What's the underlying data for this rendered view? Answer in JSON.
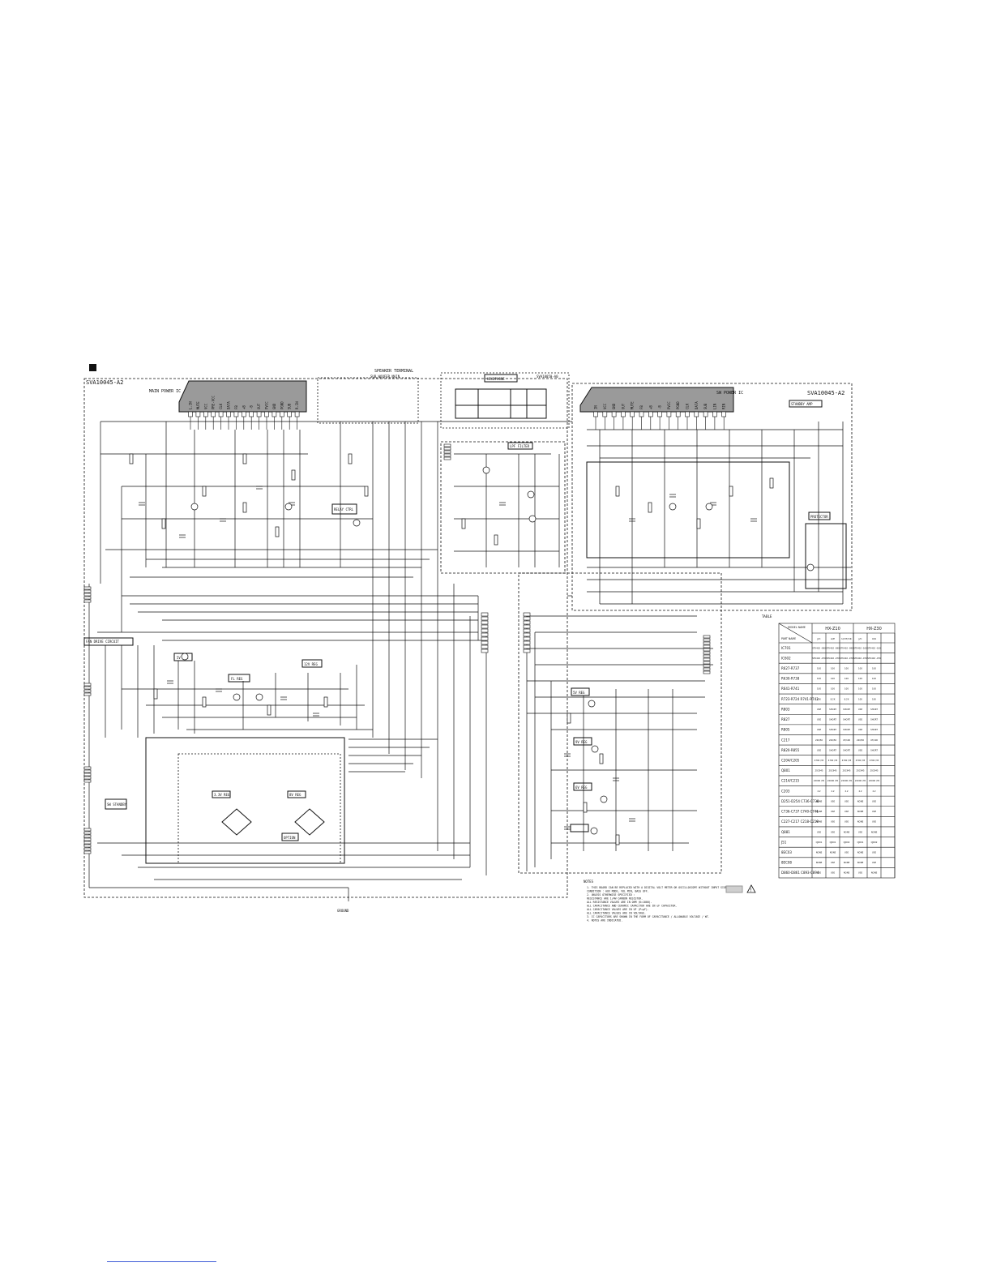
{
  "main_sheet": {
    "board_left": "SVA10045-A2",
    "board_right": "SVA10045-A2",
    "board_top": "SVA10050-A0",
    "main_power_ic": "MAIN POWER IC",
    "sw_power_ic": "SW POWER IC",
    "speaker_terminal": "SPEAKER TERMINAL",
    "speaker_sub": "SUB WOOFER MAIN",
    "headphones": "HEADPHONE",
    "protector": "PROTECTOR",
    "fan_drive": "FAN DRIVE CIRCUIT",
    "relay_ctrl": "RELAY CTRL",
    "lpf": "LPF FILTER",
    "fl_reg": "FL REG",
    "reg_5v": "5V REG",
    "reg_12v": "12V REG",
    "reg_3v3": "3.3V REG",
    "reg_8v": "8V REG",
    "reg_5v_b": "5V REG",
    "reg_9v": "9V REG",
    "reg_6v": "6V REG",
    "sw_standby": "SW STANDBY",
    "option": "OPTION",
    "standby_amp": "STANDBY AMP",
    "ground": "GROUND",
    "main_pins": [
      "L.IN",
      "MUTE",
      "VCC",
      "PRE-VCC",
      "CLK",
      "DATA",
      "FB",
      "+B",
      "-B",
      "OUT",
      "PVCC",
      "GND",
      "PGND",
      "SUB",
      "R.IN"
    ],
    "sw_pins": [
      "IN",
      "VCC",
      "GND",
      "OUT",
      "MUTE",
      "FB",
      "+B",
      "-B",
      "PVCC",
      "PGND",
      "CLK",
      "DATA",
      "SUB",
      "LIN",
      "RIN"
    ],
    "note_title": "NOTES",
    "notes": [
      "1. THIS BOARD CAN BE REPLACED WITH A DIGITAL VOLT METER OR OSCILLOSCOPE WITHOUT INPUT SIGNAL.",
      "   CONDITION : AUX MODE, VOL MIN, BASS OFF.",
      "2. UNLESS OTHERWISE SPECIFIED :",
      "   RESISTANCE ARE 1/4W CARBON RESISTOR.",
      "   ALL RESISTANCE VALUES ARE IN OHM (K=1000).",
      "   ALL CAPACITANCE AND CERAMIC CAPACITOR ARE IN uF CAPACITOR.",
      "   ALL CAPACITANCE VALUES ARE IN UF (P=pF).",
      "   ALL CAPACITANCE VALUES ARE IN VOLTAGE.",
      "3. IC CAPACITORS ARE SHOWN IN THE FORM OF CAPACITANCE / ALLOWABLE VOLTAGE / WT.",
      "4. NOTES ARE INDICATED."
    ],
    "table": {
      "caption": "TABLE",
      "model_label": "MODEL NAME",
      "part_label": "PART NAME",
      "model_a": "HX-Z10",
      "model_b": "HX-Z30",
      "sub_a": [
        "J/C",
        "A/E",
        "U/UT/UK"
      ],
      "sub_b": [
        "J/C",
        "U/K"
      ],
      "rows": [
        {
          "part": "IC701",
          "cells": [
            "STK402 -090",
            "STK402 -090",
            "STK402 -090",
            "STK402 -100",
            "STK402 -100"
          ]
        },
        {
          "part": "IC602",
          "cells": [
            "STK402 -070",
            "STK402 -070",
            "STK402 -070",
            "STK402 -070",
            "STK402 -070"
          ]
        },
        {
          "part": "R627-R737",
          "cells": [
            "100",
            "100",
            "100",
            "100",
            "100"
          ]
        },
        {
          "part": "R630-R738",
          "cells": [
            "100",
            "100",
            "100",
            "100",
            "100"
          ]
        },
        {
          "part": "R641-R741",
          "cells": [
            "100",
            "100",
            "100",
            "100",
            "100"
          ]
        },
        {
          "part": "R723-R724 R741-R742",
          "cells": [
            "10K",
            "8.2K",
            "8.2K",
            "10K",
            "10K"
          ]
        },
        {
          "part": "R803",
          "cells": [
            "USE",
            "SHORT",
            "SHORT",
            "USE",
            "SHORT"
          ]
        },
        {
          "part": "R827",
          "cells": [
            "USE",
            "SHORT",
            "SHORT",
            "USE",
            "SHORT"
          ]
        },
        {
          "part": "R805",
          "cells": [
            "USE",
            "SHORT",
            "SHORT",
            "USE",
            "SHORT"
          ]
        },
        {
          "part": "C217",
          "cells": [
            "220/50",
            "220/50",
            "47/100",
            "220/50",
            "47/100"
          ]
        },
        {
          "part": "R820-R855",
          "cells": [
            "USE",
            "SHORT",
            "SHORT",
            "USE",
            "SHORT"
          ]
        },
        {
          "part": "C204/C205",
          "cells": [
            "4700 /35",
            "4700 /35",
            "4700 /35",
            "4700 /35",
            "4700 /35"
          ]
        },
        {
          "part": "Q801",
          "cells": [
            "2SC945",
            "2SC945",
            "2SC945",
            "2SC945",
            "2SC945"
          ]
        },
        {
          "part": "C214/C215",
          "cells": [
            "22000 /35",
            "22000 /35",
            "22000 /35",
            "22000 /35",
            "22000 /35"
          ]
        },
        {
          "part": "C203",
          "cells": [
            "2.2",
            "2.2",
            "2.2",
            "2.2",
            "2.2"
          ]
        },
        {
          "part": "D251-D254 C736-C738",
          "cells": [
            "NONE",
            "USE",
            "USE",
            "NONE",
            "USE"
          ]
        },
        {
          "part": "C736-C737 C740-C741",
          "cells": [
            "NONE",
            "USE",
            "USE",
            "NONE",
            "USE"
          ]
        },
        {
          "part": "C227-C217 C218-C219",
          "cells": [
            "NONE",
            "USE",
            "USE",
            "NONE",
            "USE"
          ]
        },
        {
          "part": "Q881",
          "cells": [
            "USE",
            "USE",
            "NONE",
            "USE",
            "NONE"
          ]
        },
        {
          "part": "J51",
          "cells": [
            "QJ001",
            "QJ001",
            "QJ002",
            "QJ001",
            "QJ002"
          ]
        },
        {
          "part": "8EC03",
          "cells": [
            "NONE",
            "NONE",
            "USE",
            "NONE",
            "USE"
          ]
        },
        {
          "part": "8EC08",
          "cells": [
            "NONE",
            "USE",
            "NONE",
            "NONE",
            "USE"
          ]
        },
        {
          "part": "D860-D861 C893-C894",
          "cells": [
            "USE",
            "USE",
            "NONE",
            "USE",
            "NONE"
          ]
        }
      ]
    }
  }
}
